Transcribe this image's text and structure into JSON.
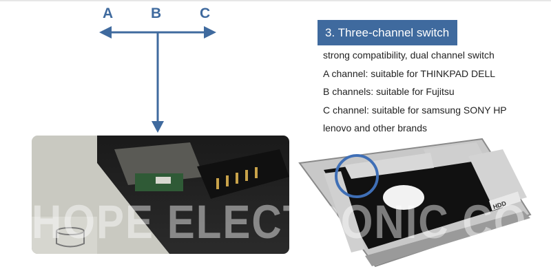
{
  "diagram": {
    "labels": [
      "A",
      "B",
      "C"
    ],
    "arrow_color": "#3f6a9e"
  },
  "feature": {
    "title": "3. Three-channel switch",
    "lines": [
      "strong compatibility, dual channel switch",
      "A channel: suitable for THINKPAD DELL",
      "B channels: suitable for Fujitsu",
      "C channel: suitable for samsung SONY HP",
      "lenovo and other brands"
    ]
  },
  "caddy": {
    "label": "HDD"
  },
  "watermark": "HOPE ELECTRONIC CO.,LTD",
  "colors": {
    "accent": "#3f6a9e",
    "highlight_circle": "#3f6fb6"
  }
}
